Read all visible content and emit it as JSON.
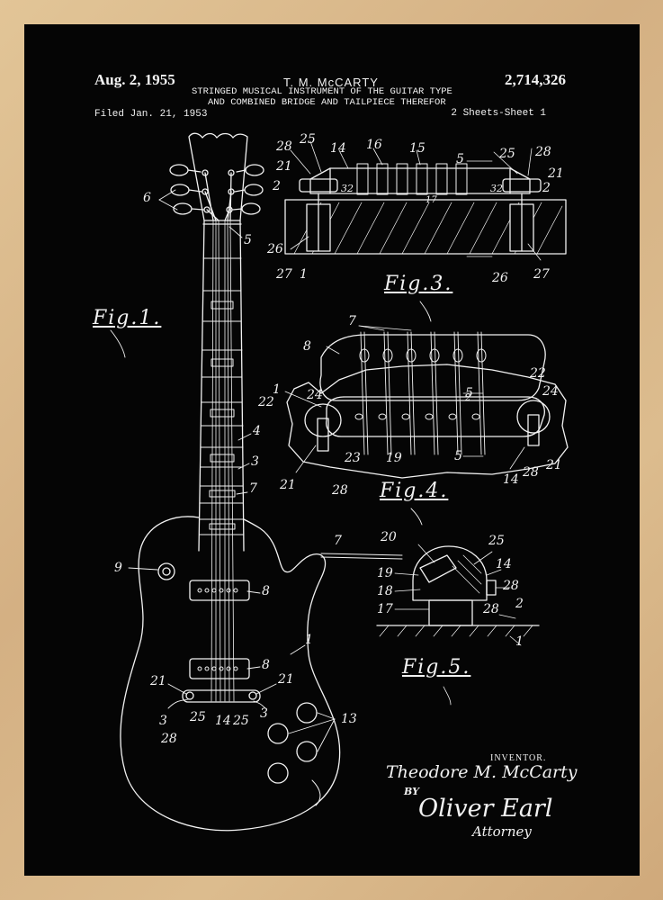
{
  "header": {
    "date": "Aug. 2, 1955",
    "inventor": "T. M. McCARTY",
    "patent_number": "2,714,326",
    "title_line1": "STRINGED MUSICAL INSTRUMENT OF THE GUITAR TYPE",
    "title_line2": "AND COMBINED BRIDGE AND TAILPIECE THEREFOR",
    "filed": "Filed Jan. 21, 1953",
    "sheets": "2 Sheets-Sheet 1"
  },
  "figures": {
    "fig1": "Fig.1.",
    "fig3": "Fig.3.",
    "fig4": "Fig.4.",
    "fig5": "Fig.5."
  },
  "signature": {
    "inventor_label": "INVENTOR.",
    "inventor_name": "Theodore M. McCarty",
    "by": "BY",
    "attorney_name": "Oliver Earl",
    "attorney_label": "Attorney"
  },
  "reference_numerals": {
    "fig1": [
      "6",
      "5",
      "4",
      "3",
      "7",
      "9",
      "8",
      "8",
      "1",
      "21",
      "21",
      "3",
      "3",
      "25",
      "14",
      "25",
      "28",
      "13"
    ],
    "fig3": [
      "28",
      "25",
      "14",
      "16",
      "15",
      "5",
      "25",
      "28",
      "21",
      "21",
      "2",
      "32",
      "32",
      "17",
      "2",
      "26",
      "26",
      "27",
      "27",
      "1"
    ],
    "fig4": [
      "7",
      "8",
      "1",
      "22",
      "24",
      "22",
      "24",
      "5",
      "5",
      "23",
      "19",
      "14",
      "28",
      "21",
      "21",
      "28",
      "2"
    ],
    "fig5": [
      "7",
      "20",
      "25",
      "14",
      "19",
      "18",
      "28",
      "17",
      "28",
      "2",
      "1"
    ]
  },
  "colors": {
    "frame": "#d9b98c",
    "background": "#050505",
    "ink": "#f2f2f2"
  }
}
